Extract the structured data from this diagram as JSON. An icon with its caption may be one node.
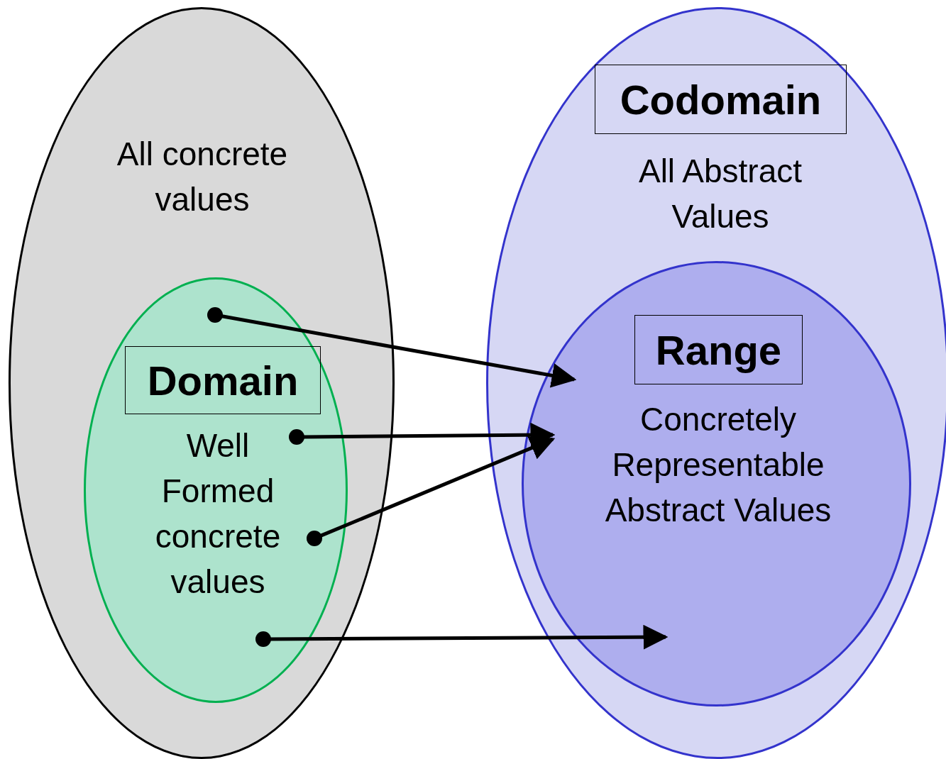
{
  "diagram": {
    "nodes": [
      {
        "text": [
          "All concrete values"
        ]
      },
      {
        "text": [
          "Well Formed concrete values"
        ],
        "in": 0
      },
      {
        "text": [
          "Domain"
        ],
        "in": 1
      },
      {
        "text": [],
        "shape": "circle",
        "in": 1
      },
      {
        "text": [],
        "shape": "circle",
        "in": 1
      },
      {
        "text": [],
        "shape": "circle",
        "in": 1
      },
      {
        "text": [],
        "shape": "circle",
        "in": 1
      },
      {
        "text": [
          "All Abstract Values"
        ]
      },
      {
        "text": [
          "Codomain"
        ],
        "in": 7
      },
      {
        "text": [
          "Concretely Representable Abstract Values"
        ],
        "in": 7
      },
      {
        "text": [
          "Range"
        ],
        "in": 9
      }
    ],
    "edges": [
      {
        "from": 3,
        "to": 9,
        "arrow": "to"
      },
      {
        "from": 4,
        "to": 9,
        "arrow": "to"
      },
      {
        "from": 5,
        "to": 9,
        "arrow": "to"
      },
      {
        "from": 6,
        "to": 9,
        "arrow": "to"
      }
    ]
  }
}
